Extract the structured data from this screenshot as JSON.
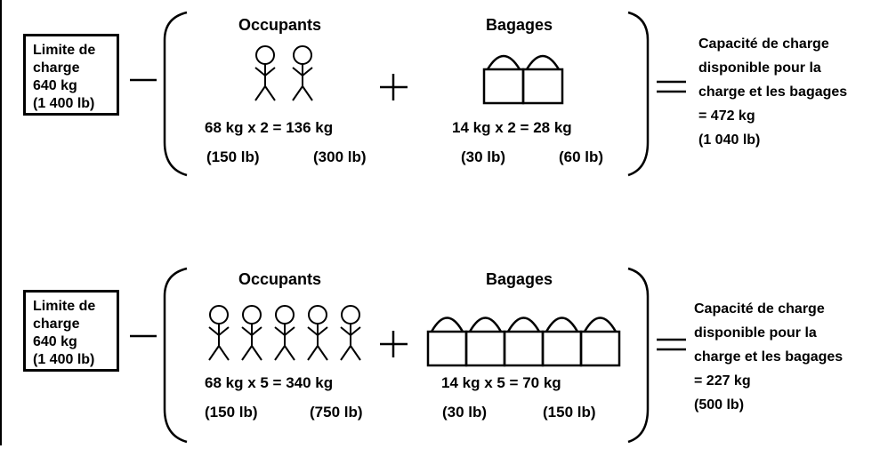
{
  "panels": [
    {
      "limit": {
        "line1": "Limite de",
        "line2": "charge",
        "kg": "640 kg",
        "lb": "(1 400 lb)"
      },
      "occupants": {
        "title": "Occupants",
        "count": 2,
        "formula": "68 kg x 2 = 136 kg",
        "lb_each": "(150 lb)",
        "lb_total": "(300 lb)"
      },
      "bagages": {
        "title": "Bagages",
        "count": 2,
        "formula": "14 kg x 2 = 28 kg",
        "lb_each": "(30 lb)",
        "lb_total": "(60 lb)"
      },
      "result": {
        "line1": "Capacité de charge",
        "line2": "disponible pour la",
        "line3": "charge et les bagages",
        "value": "= 472 kg",
        "lb": "(1 040 lb)"
      }
    },
    {
      "limit": {
        "line1": "Limite de",
        "line2": "charge",
        "kg": "640 kg",
        "lb": "(1 400 lb)"
      },
      "occupants": {
        "title": "Occupants",
        "count": 5,
        "formula": "68 kg x 5 = 340 kg",
        "lb_each": "(150 lb)",
        "lb_total": "(750 lb)"
      },
      "bagages": {
        "title": "Bagages",
        "count": 5,
        "formula": "14 kg x 5 = 70 kg",
        "lb_each": "(30 lb)",
        "lb_total": "(150 lb)"
      },
      "result": {
        "line1": "Capacité de charge",
        "line2": "disponible pour la",
        "line3": "charge et les bagages",
        "value": "= 227 kg",
        "lb": "(500 lb)"
      }
    }
  ]
}
